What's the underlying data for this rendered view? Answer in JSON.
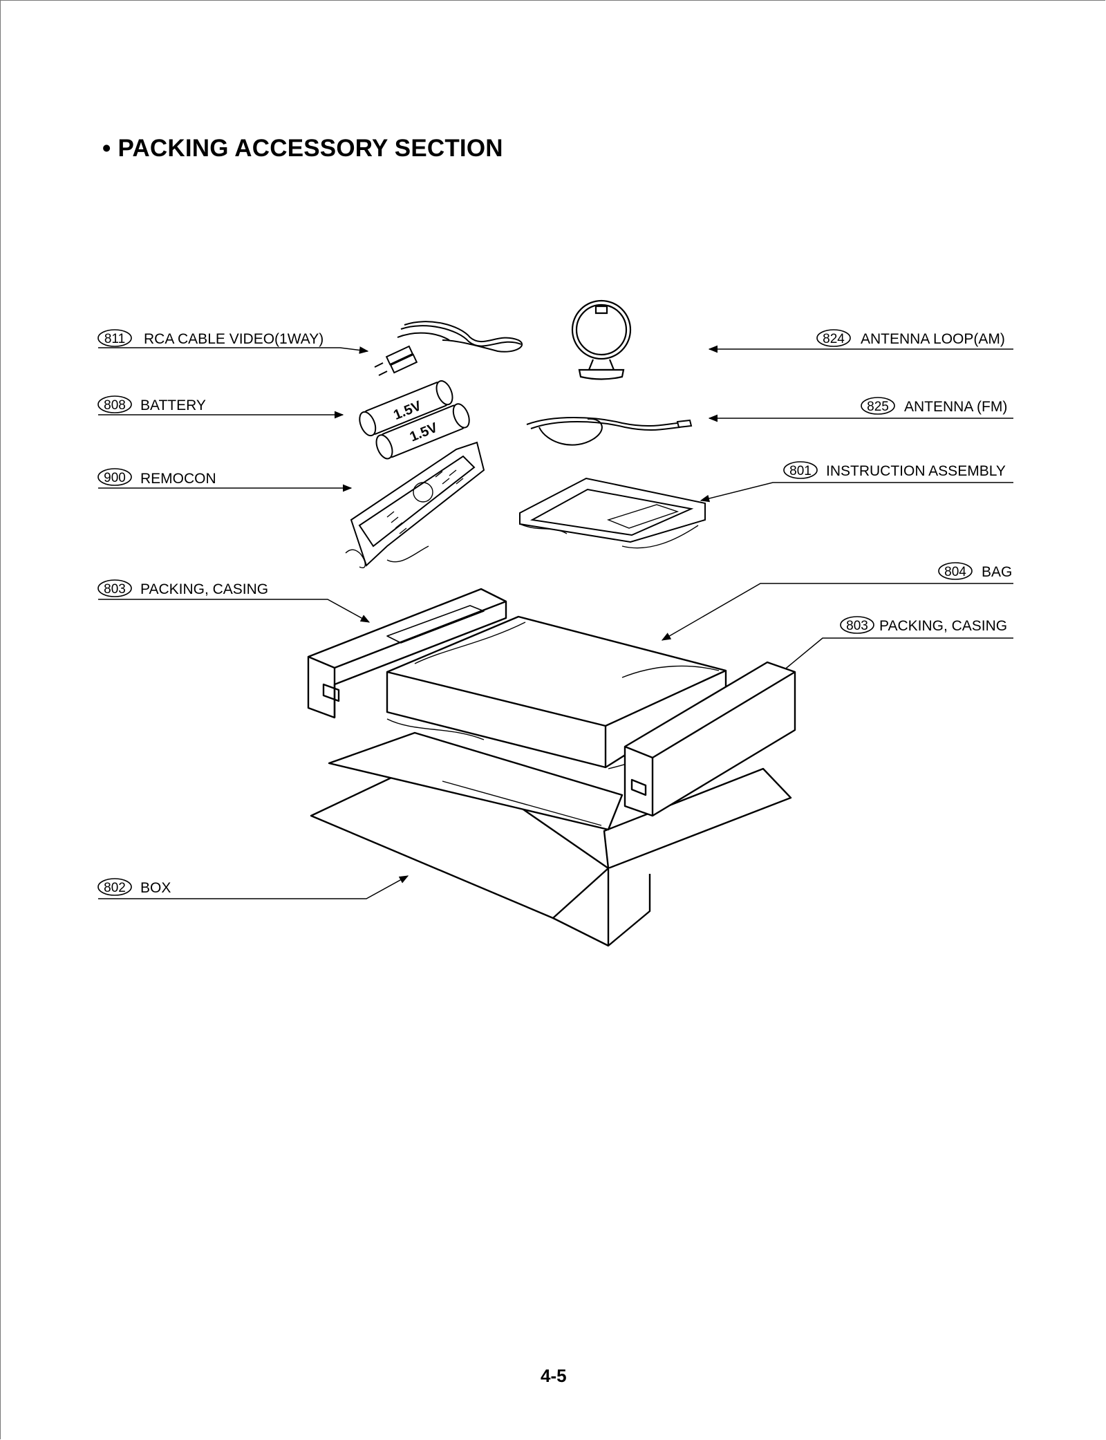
{
  "section_title": "PACKING ACCESSORY SECTION",
  "bullet": "•",
  "page_number": "4-5",
  "battery_marking": "1.5V",
  "callouts": [
    {
      "id": "811",
      "number": "811",
      "name": "RCA CABLE VIDEO(1WAY)",
      "side": "left"
    },
    {
      "id": "808",
      "number": "808",
      "name": "BATTERY",
      "side": "left"
    },
    {
      "id": "900",
      "number": "900",
      "name": "REMOCON",
      "side": "left"
    },
    {
      "id": "803a",
      "number": "803",
      "name": "PACKING, CASING",
      "side": "left"
    },
    {
      "id": "802",
      "number": "802",
      "name": "BOX",
      "side": "left"
    },
    {
      "id": "824",
      "number": "824",
      "name": "ANTENNA LOOP(AM)",
      "side": "right"
    },
    {
      "id": "825",
      "number": "825",
      "name": "ANTENNA (FM)",
      "side": "right"
    },
    {
      "id": "801",
      "number": "801",
      "name": "INSTRUCTION ASSEMBLY",
      "side": "right"
    },
    {
      "id": "804",
      "number": "804",
      "name": "BAG",
      "side": "right"
    },
    {
      "id": "803b",
      "number": "803",
      "name": "PACKING, CASING",
      "side": "right"
    }
  ],
  "parts": [
    {
      "part": "rca-cable",
      "icon": "rca-cable-icon"
    },
    {
      "part": "battery",
      "icon": "battery-icon"
    },
    {
      "part": "remote-control",
      "icon": "remote-control-icon"
    },
    {
      "part": "am-loop-antenna",
      "icon": "loop-antenna-icon"
    },
    {
      "part": "fm-antenna",
      "icon": "fm-antenna-icon"
    },
    {
      "part": "instruction-manual",
      "icon": "manual-icon"
    },
    {
      "part": "unit-in-bag",
      "icon": "bagged-unit-icon"
    },
    {
      "part": "foam-casing",
      "icon": "foam-casing-icon"
    },
    {
      "part": "carton-box",
      "icon": "box-icon"
    }
  ]
}
